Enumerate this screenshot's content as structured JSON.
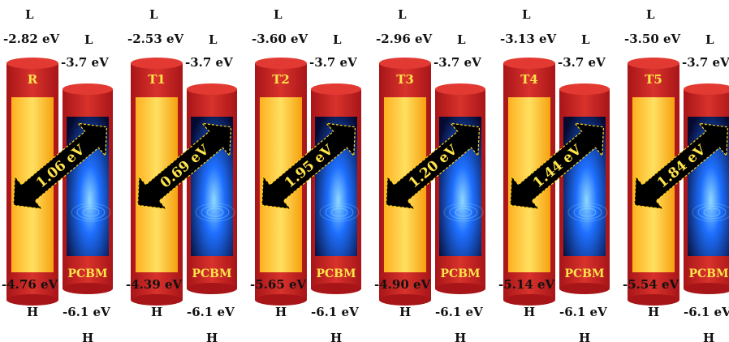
{
  "molecules": [
    {
      "donor_label": "R",
      "donor_lumo": "-2.82 eV",
      "donor_homo": "-4.76 eV",
      "gap": "1.06 eV"
    },
    {
      "donor_label": "T1",
      "donor_lumo": "-2.53 eV",
      "donor_homo": "-4.39 eV",
      "gap": "0.69 eV"
    },
    {
      "donor_label": "T2",
      "donor_lumo": "-3.60 eV",
      "donor_homo": "-5.65 eV",
      "gap": "1.95 eV"
    },
    {
      "donor_label": "T3",
      "donor_lumo": "-2.96 eV",
      "donor_homo": "-4.90 eV",
      "gap": "1.20 eV"
    },
    {
      "donor_label": "T4",
      "donor_lumo": "-3.13 eV",
      "donor_homo": "-5.14 eV",
      "gap": "1.44 eV"
    },
    {
      "donor_label": "T5",
      "donor_lumo": "-3.50 eV",
      "donor_homo": "-5.54 eV",
      "gap": "1.84 eV"
    }
  ],
  "acceptor": {
    "name": "PCBM",
    "lumo": "-3.7 eV",
    "homo": "-6.1 eV"
  },
  "level_labels": {
    "lumo": "L",
    "homo": "H"
  },
  "colors": {
    "cylinder_red": "#c41e20",
    "cap_red": "#e23a32",
    "label_yellow": "#ffe44a",
    "arrow": "#000000",
    "arrow_outline": "#ffd21a",
    "acceptor_blue": "#1e6fff"
  }
}
